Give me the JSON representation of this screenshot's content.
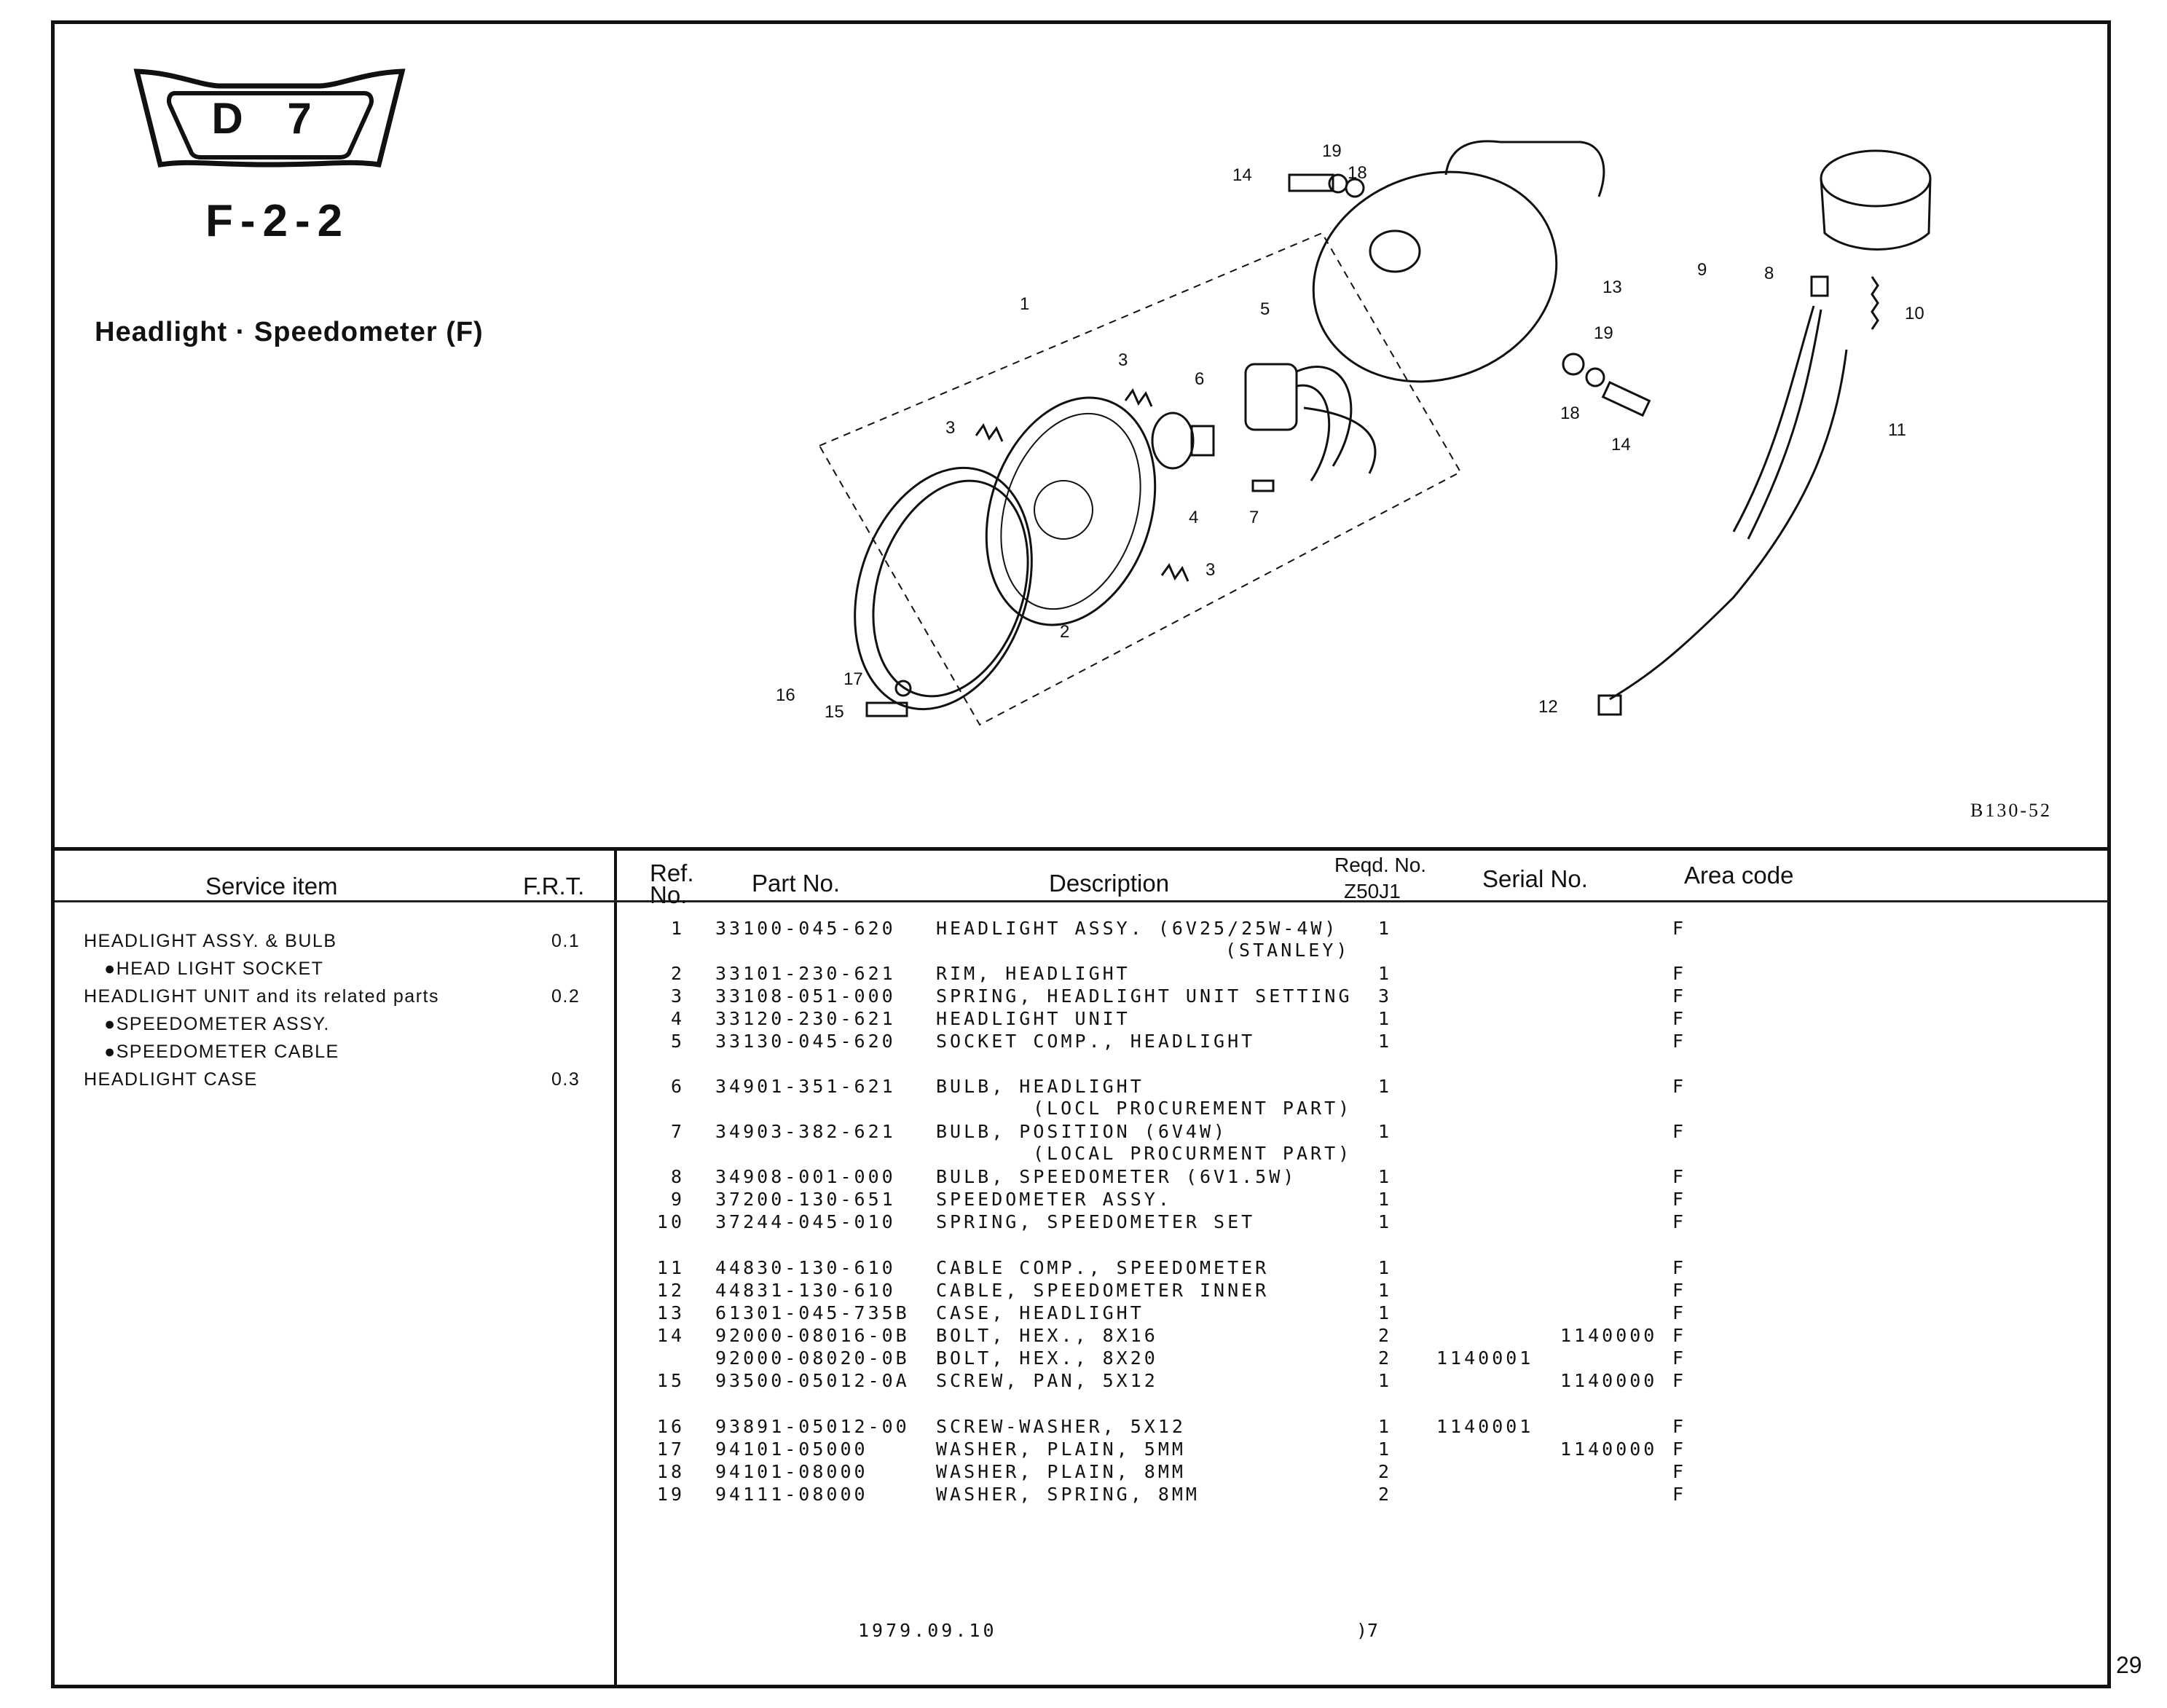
{
  "section": {
    "badge": "D 7",
    "code": "F-2-2",
    "title": "Headlight · Speedometer (F)"
  },
  "diagram": {
    "code": "B130-52",
    "callouts": [
      "1",
      "2",
      "3",
      "3",
      "3",
      "4",
      "5",
      "6",
      "7",
      "8",
      "9",
      "10",
      "11",
      "12",
      "13",
      "14",
      "14",
      "15",
      "16",
      "17",
      "18",
      "18",
      "19",
      "19"
    ]
  },
  "headers": {
    "service_item": "Service item",
    "frt": "F.R.T.",
    "ref_line1": "Ref.",
    "ref_line2": "No.",
    "part_no": "Part No.",
    "description": "Description",
    "reqd_line1": "Reqd. No.",
    "reqd_line2": "Z50J1",
    "serial_no": "Serial No.",
    "area_code": "Area code"
  },
  "service_items": [
    {
      "item": "HEADLIGHT ASSY. & BULB",
      "frt": "0.1"
    },
    {
      "item": "●HEAD LIGHT SOCKET",
      "frt": ""
    },
    {
      "item": "HEADLIGHT UNIT and its related parts",
      "frt": "0.2"
    },
    {
      "item": "●SPEEDOMETER ASSY.",
      "frt": ""
    },
    {
      "item": "●SPEEDOMETER CABLE",
      "frt": ""
    },
    {
      "item": "HEADLIGHT CASE",
      "frt": "0.3"
    }
  ],
  "parts": [
    {
      "ref": "1",
      "part": "33100-045-620",
      "desc": "HEADLIGHT ASSY. (6V25/25W-4W)",
      "desc2": "(STANLEY)",
      "qty": "1",
      "serial_from": "",
      "serial_to": "",
      "area": "F"
    },
    {
      "ref": "2",
      "part": "33101-230-621",
      "desc": "RIM, HEADLIGHT",
      "desc2": "",
      "qty": "1",
      "serial_from": "",
      "serial_to": "",
      "area": "F"
    },
    {
      "ref": "3",
      "part": "33108-051-000",
      "desc": "SPRING, HEADLIGHT UNIT SETTING",
      "desc2": "",
      "qty": "3",
      "serial_from": "",
      "serial_to": "",
      "area": "F"
    },
    {
      "ref": "4",
      "part": "33120-230-621",
      "desc": "HEADLIGHT UNIT",
      "desc2": "",
      "qty": "1",
      "serial_from": "",
      "serial_to": "",
      "area": "F"
    },
    {
      "ref": "5",
      "part": "33130-045-620",
      "desc": "SOCKET COMP., HEADLIGHT",
      "desc2": "",
      "qty": "1",
      "serial_from": "",
      "serial_to": "",
      "area": "F"
    },
    {
      "ref": "6",
      "part": "34901-351-621",
      "desc": "BULB, HEADLIGHT",
      "desc2": "(LOCL PROCUREMENT PART)",
      "qty": "1",
      "serial_from": "",
      "serial_to": "",
      "area": "F"
    },
    {
      "ref": "7",
      "part": "34903-382-621",
      "desc": "BULB, POSITION (6V4W)",
      "desc2": "(LOCAL PROCURMENT PART)",
      "qty": "1",
      "serial_from": "",
      "serial_to": "",
      "area": "F"
    },
    {
      "ref": "8",
      "part": "34908-001-000",
      "desc": "BULB, SPEEDOMETER (6V1.5W)",
      "desc2": "",
      "qty": "1",
      "serial_from": "",
      "serial_to": "",
      "area": "F"
    },
    {
      "ref": "9",
      "part": "37200-130-651",
      "desc": "SPEEDOMETER ASSY.",
      "desc2": "",
      "qty": "1",
      "serial_from": "",
      "serial_to": "",
      "area": "F"
    },
    {
      "ref": "10",
      "part": "37244-045-010",
      "desc": "SPRING, SPEEDOMETER SET",
      "desc2": "",
      "qty": "1",
      "serial_from": "",
      "serial_to": "",
      "area": "F"
    },
    {
      "ref": "11",
      "part": "44830-130-610",
      "desc": "CABLE COMP., SPEEDOMETER",
      "desc2": "",
      "qty": "1",
      "serial_from": "",
      "serial_to": "",
      "area": "F"
    },
    {
      "ref": "12",
      "part": "44831-130-610",
      "desc": "CABLE, SPEEDOMETER INNER",
      "desc2": "",
      "qty": "1",
      "serial_from": "",
      "serial_to": "",
      "area": "F"
    },
    {
      "ref": "13",
      "part": "61301-045-735B",
      "desc": "CASE, HEADLIGHT",
      "desc2": "",
      "qty": "1",
      "serial_from": "",
      "serial_to": "",
      "area": "F"
    },
    {
      "ref": "14",
      "part": "92000-08016-0B",
      "desc": "BOLT, HEX., 8X16",
      "desc2": "",
      "qty": "2",
      "serial_from": "",
      "serial_to": "1140000",
      "area": "F"
    },
    {
      "ref": "",
      "part": "92000-08020-0B",
      "desc": "BOLT, HEX., 8X20",
      "desc2": "",
      "qty": "2",
      "serial_from": "1140001",
      "serial_to": "",
      "area": "F"
    },
    {
      "ref": "15",
      "part": "93500-05012-0A",
      "desc": "SCREW, PAN, 5X12",
      "desc2": "",
      "qty": "1",
      "serial_from": "",
      "serial_to": "1140000",
      "area": "F"
    },
    {
      "ref": "16",
      "part": "93891-05012-00",
      "desc": "SCREW-WASHER, 5X12",
      "desc2": "",
      "qty": "1",
      "serial_from": "1140001",
      "serial_to": "",
      "area": "F"
    },
    {
      "ref": "17",
      "part": "94101-05000",
      "desc": "WASHER, PLAIN, 5MM",
      "desc2": "",
      "qty": "1",
      "serial_from": "",
      "serial_to": "1140000",
      "area": "F"
    },
    {
      "ref": "18",
      "part": "94101-08000",
      "desc": "WASHER, PLAIN, 8MM",
      "desc2": "",
      "qty": "2",
      "serial_from": "",
      "serial_to": "",
      "area": "F"
    },
    {
      "ref": "19",
      "part": "94111-08000",
      "desc": "WASHER, SPRING, 8MM",
      "desc2": "",
      "qty": "2",
      "serial_from": "",
      "serial_to": "",
      "area": "F"
    }
  ],
  "footer": {
    "date": "1979.09.10",
    "page_code": ")7"
  },
  "page_number": "29"
}
